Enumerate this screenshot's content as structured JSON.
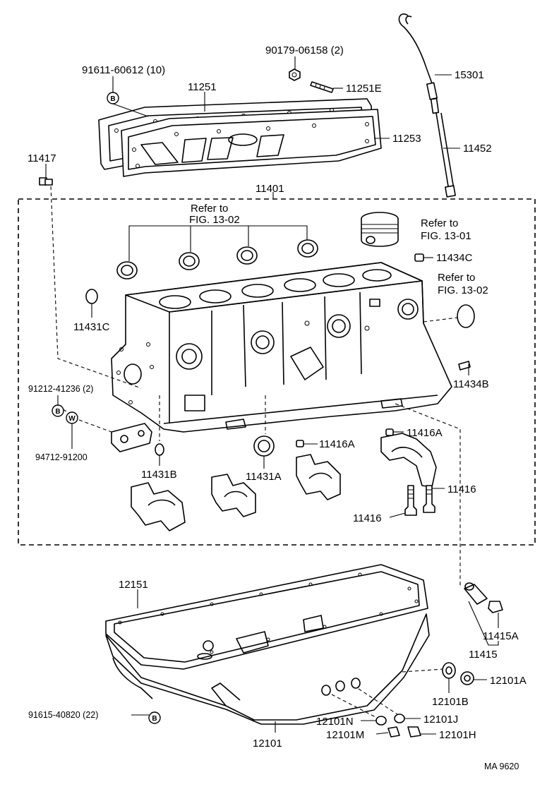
{
  "parts": {
    "p90179": "90179-06158 (2)",
    "p15301": "15301",
    "p91611": "91611-60612 (10)",
    "p11251": "11251",
    "p11251E": "11251E",
    "p11253": "11253",
    "p11452": "11452",
    "p11417": "11417",
    "p11401": "11401",
    "p11431C": "11431C",
    "p11434C": "11434C",
    "p11434B": "11434B",
    "p91212": "91212-41236 (2)",
    "p94712": "94712-91200",
    "p11431B": "11431B",
    "p11431A": "11431A",
    "p11416A_1": "11416A",
    "p11416A_2": "11416A",
    "p11416_1": "11416",
    "p11416_2": "11416",
    "p12151": "12151",
    "p11415A": "11415A",
    "p11415": "11415",
    "p12101A": "12101A",
    "p12101B": "12101B",
    "p91615": "91615-40820 (22)",
    "p12101N": "12101N",
    "p12101J": "12101J",
    "p12101M": "12101M",
    "p12101H": "12101H",
    "p12101": "12101"
  },
  "refs": {
    "ref1_line1": "Refer to",
    "ref1_line2": "FIG. 13-02",
    "ref2_line1": "Refer to",
    "ref2_line2": "FIG. 13-01",
    "ref3_line1": "Refer to",
    "ref3_line2": "FIG. 13-02"
  },
  "badges": {
    "b": "B",
    "w": "W"
  },
  "footer": {
    "code": "MA  9620"
  }
}
